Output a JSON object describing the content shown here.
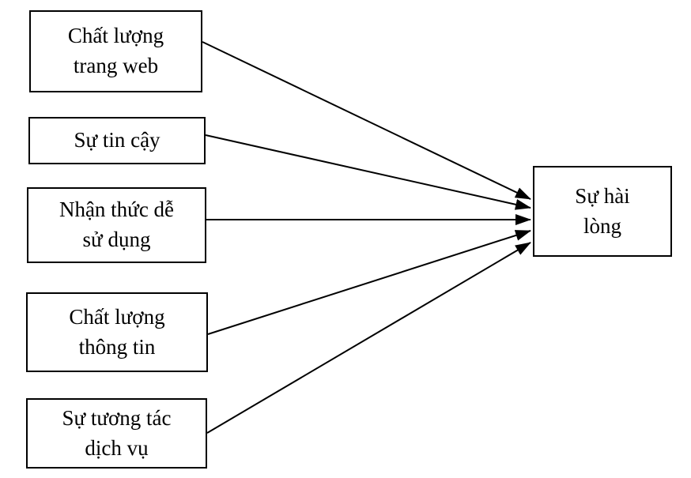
{
  "diagram": {
    "type": "conceptual-model",
    "language": "vi",
    "factors": [
      {
        "id": "website-quality",
        "label": "Chất lượng\ntrang web"
      },
      {
        "id": "trust",
        "label": "Sự tin cậy"
      },
      {
        "id": "perceived-ease-of-use",
        "label": "Nhận thức dễ\nsử dụng"
      },
      {
        "id": "information-quality",
        "label": "Chất lượng\nthông tin"
      },
      {
        "id": "service-interaction",
        "label": "Sự tương tác\ndịch vụ"
      }
    ],
    "outcome": {
      "id": "satisfaction",
      "label": "Sự hài\nlòng"
    },
    "edges": [
      {
        "from": "website-quality",
        "to": "satisfaction"
      },
      {
        "from": "trust",
        "to": "satisfaction"
      },
      {
        "from": "perceived-ease-of-use",
        "to": "satisfaction"
      },
      {
        "from": "information-quality",
        "to": "satisfaction"
      },
      {
        "from": "service-interaction",
        "to": "satisfaction"
      }
    ],
    "colors": {
      "background": "#ffffff",
      "box_border": "#000000",
      "text": "#000000",
      "arrow": "#000000"
    }
  }
}
